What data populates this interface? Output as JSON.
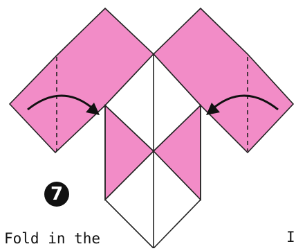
{
  "step": {
    "number": "7"
  },
  "caption": {
    "main": "Fold in the",
    "right": "I"
  },
  "colors": {
    "paper": "#f28cc7",
    "paper_white": "#ffffff",
    "stroke": "#222222"
  },
  "icons": {
    "left_arrow": "curved-arrow-right-icon",
    "right_arrow": "curved-arrow-left-icon"
  }
}
